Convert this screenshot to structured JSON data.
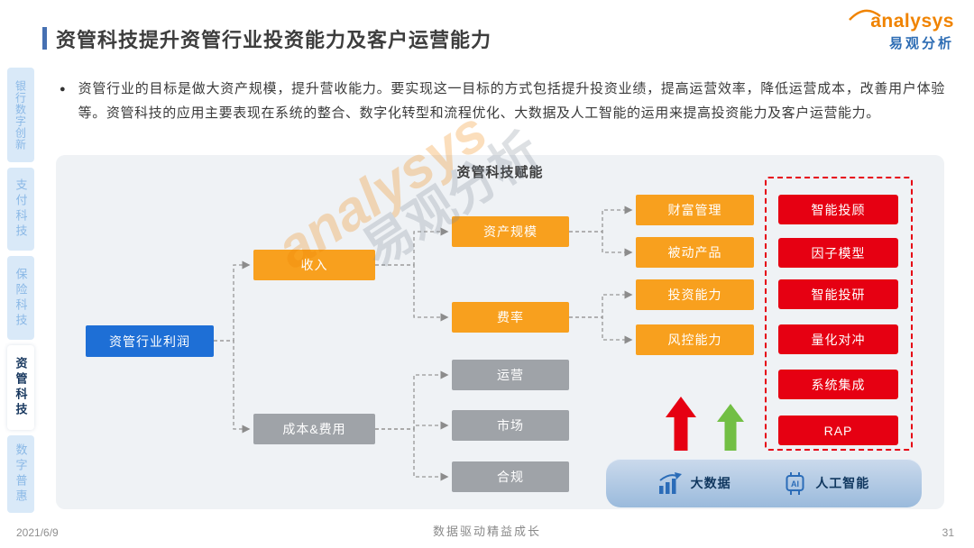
{
  "page": {
    "title": "资管科技提升资管行业投资能力及客户运营能力",
    "footer_date": "2021/6/9",
    "footer_slogan": "数据驱动精益成长",
    "page_number": "31"
  },
  "logo": {
    "brand": "analysys",
    "sub": "易观分析"
  },
  "intro": {
    "text": "资管行业的目标是做大资产规模，提升营收能力。要实现这一目标的方式包括提升投资业绩，提高运营效率，降低运营成本，改善用户体验等。资管科技的应用主要表现在系统的整合、数字化转型和流程优化、大数据及人工智能的运用来提高投资能力及客户运营能力。"
  },
  "sidebar": {
    "items": [
      {
        "label": "银行数字创新",
        "active": false
      },
      {
        "label": "支付科技",
        "active": false
      },
      {
        "label": "保险科技",
        "active": false
      },
      {
        "label": "资管科技",
        "active": true
      },
      {
        "label": "数字普惠",
        "active": false
      }
    ]
  },
  "diagram": {
    "title": "资管科技赋能",
    "root": {
      "label": "资管行业利润",
      "color": "#1E6FD6"
    },
    "revenue": {
      "label": "收入",
      "color": "#F8A01E"
    },
    "cost": {
      "label": "成本&费用",
      "color": "#9FA3A8"
    },
    "mid": [
      {
        "label": "资产规模",
        "color": "#F8A01E"
      },
      {
        "label": "费率",
        "color": "#F8A01E"
      },
      {
        "label": "运营",
        "color": "#9FA3A8"
      },
      {
        "label": "市场",
        "color": "#9FA3A8"
      },
      {
        "label": "合规",
        "color": "#9FA3A8"
      }
    ],
    "capability": [
      {
        "label": "财富管理"
      },
      {
        "label": "被动产品"
      },
      {
        "label": "投资能力"
      },
      {
        "label": "风控能力"
      }
    ],
    "tech": [
      {
        "label": "智能投顾"
      },
      {
        "label": "因子模型"
      },
      {
        "label": "智能投研"
      },
      {
        "label": "量化对冲"
      },
      {
        "label": "系统集成"
      },
      {
        "label": "RAP"
      }
    ],
    "bottom": [
      {
        "label": "大数据",
        "icon": "bar-chart-icon"
      },
      {
        "label": "人工智能",
        "icon": "ai-chip-icon"
      }
    ]
  },
  "watermark": {
    "brand": "analysys",
    "sub": "易观分析"
  },
  "colors": {
    "accent_blue": "#1E6FD6",
    "orange": "#F8A01E",
    "gray_box": "#9FA3A8",
    "red": "#E60012",
    "green": "#72BF44",
    "panel_bg": "#EFF2F5",
    "sidebar_bg": "#D9E9F8",
    "sidebar_text": "#8AB8E6",
    "active_text": "#17375E",
    "logo_orange": "#F08300",
    "logo_blue": "#2E6DB4"
  }
}
